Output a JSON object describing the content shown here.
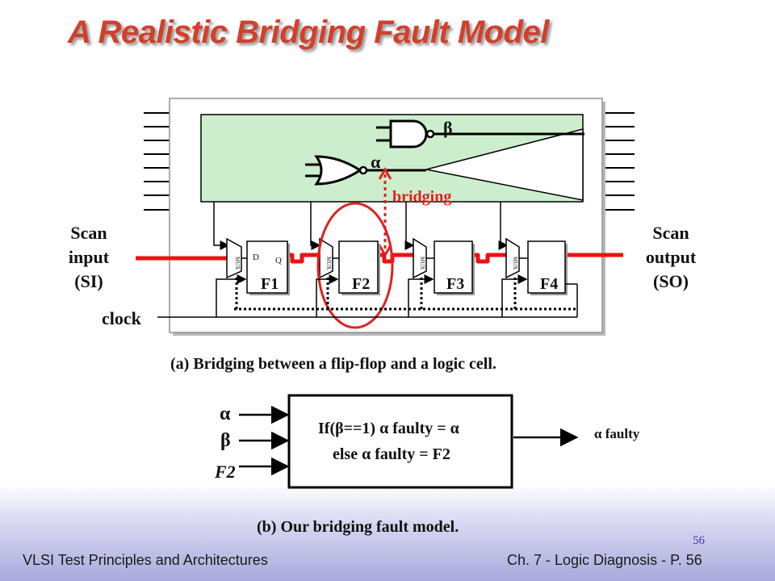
{
  "slide": {
    "title": "A Realistic Bridging Fault Model",
    "page_number": "56"
  },
  "diagram_a": {
    "scan_input": [
      "Scan",
      "input",
      "(SI)"
    ],
    "scan_output": [
      "Scan",
      "output",
      "(SO)"
    ],
    "clock_label": "clock",
    "bridging_label": "bridging",
    "gate_label_beta": "β",
    "gate_label_alpha": "α",
    "ff_pin_d": "D",
    "ff_pin_q": "Q",
    "mux_label": "MUX",
    "flip_flops": [
      "F1",
      "F2",
      "F3",
      "F4"
    ],
    "caption": "(a) Bridging between a flip-flop and a logic cell."
  },
  "diagram_b": {
    "inputs": [
      "α",
      "β",
      "F2"
    ],
    "rule_line1": "If(β==1) α faulty = α",
    "rule_line2": "else α faulty = F2",
    "output": "α faulty",
    "caption": "(b) Our bridging fault model."
  },
  "footer": {
    "left": "VLSI Test Principles and Architectures",
    "right": "Ch. 7 - Logic Diagnosis  - P. 56"
  },
  "colors": {
    "title": "#d2402a",
    "scan_chain": "#ee1111",
    "logic_block": "#cdeecd",
    "highlight_ellipse": "#dd2222",
    "bridging": "#dd2222"
  }
}
